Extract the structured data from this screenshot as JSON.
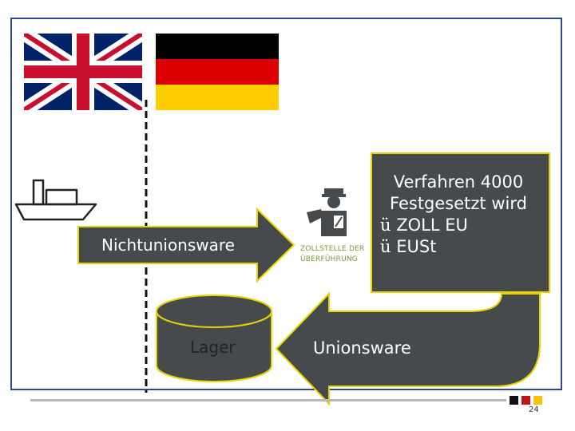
{
  "flags": {
    "left": "uk-flag",
    "right": "germany-flag"
  },
  "labels": {
    "non_union_goods": "Nichtunionsware",
    "warehouse": "Lager",
    "union_goods": "Unionsware"
  },
  "customs_office": {
    "line1": "ZOLLSTELLE DER",
    "line2": "ÜBERFÜHRUNG"
  },
  "procedure_box": {
    "line1": "Verfahren 4000",
    "line2": "Festgesetzt wird",
    "item1": "ZOLL EU",
    "item2": "EUSt",
    "check": "ü"
  },
  "footer": {
    "page_number": "24"
  },
  "colors": {
    "shape_fill": "#474a4d",
    "shape_border": "#e8d200",
    "frame": "#2c4a8a",
    "footer_red": "#c0141c",
    "footer_yellow": "#f5c400"
  }
}
